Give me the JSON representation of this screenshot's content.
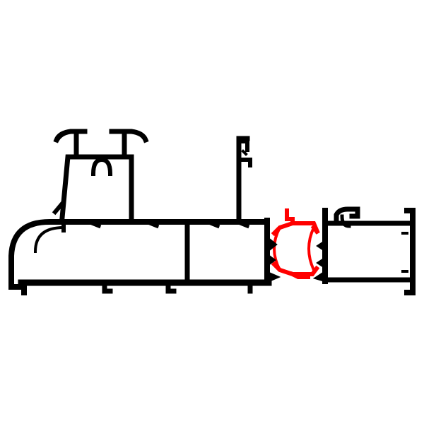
{
  "diagram": {
    "subject": "aluminium-window-profile-cross-section",
    "colors": {
      "background": "#ffffff",
      "profile": "#000000",
      "thermal_break": "#ff0000"
    },
    "parts": [
      {
        "id": "main-frame",
        "label": ""
      },
      {
        "id": "glazing-bead",
        "label": ""
      },
      {
        "id": "gasket-hook",
        "label": ""
      },
      {
        "id": "thermal-break-insert",
        "label": ""
      },
      {
        "id": "outer-frame-chamber",
        "label": ""
      }
    ]
  }
}
